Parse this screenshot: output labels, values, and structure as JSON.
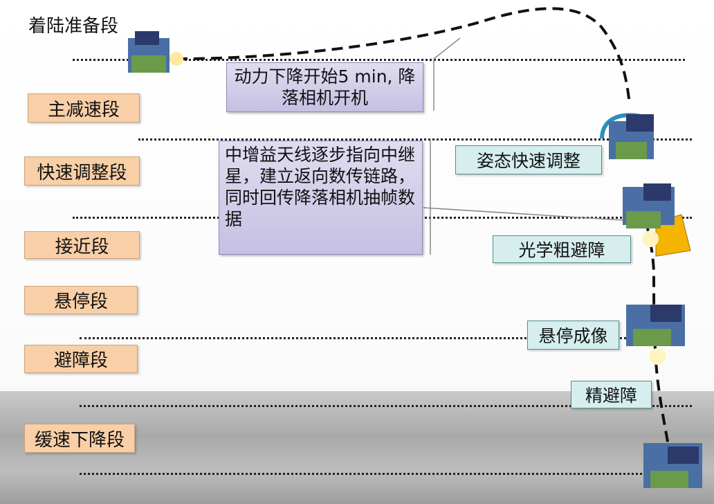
{
  "phases": [
    "着陆准备段",
    "主减速段",
    "快速调整段",
    "接近段",
    "悬停段",
    "避障段",
    "缓速下降段"
  ],
  "notes": [
    "动力下降开始5 min, 降落相机开机",
    "中增益天线逐步指向中继星，建立返向数传链路，同时回传降落相机抽帧数据"
  ],
  "events": [
    "姿态快速调整",
    "光学粗避障",
    "悬停成像",
    "精避障"
  ],
  "colors": {
    "phase_fill": "#f8cfa6",
    "note_fill": "#cdc9e6",
    "event_fill": "#d7eeee",
    "trajectory": "#111111"
  }
}
